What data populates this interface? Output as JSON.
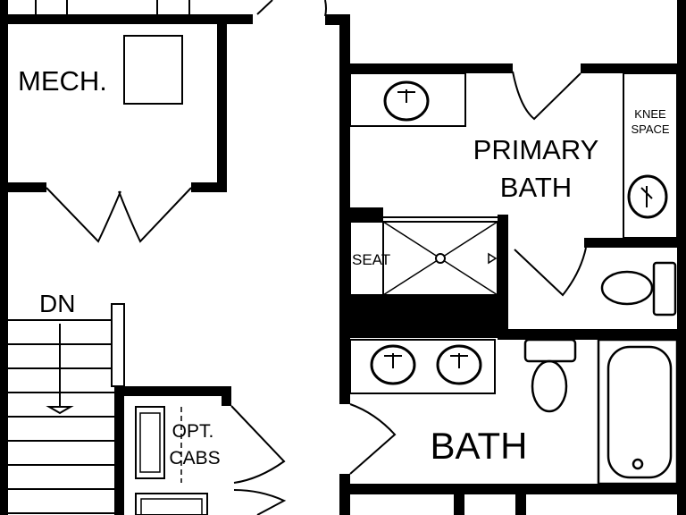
{
  "rooms": {
    "mech": "MECH.",
    "primary_bath_line1": "PRIMARY",
    "primary_bath_line2": "BATH",
    "knee_line1": "KNEE",
    "knee_line2": "SPACE",
    "seat": "SEAT",
    "bath": "BATH",
    "stairs_dn": "DN",
    "opt_line1": "OPT.",
    "opt_line2": "CABS"
  },
  "colors": {
    "wall": "#000000",
    "background": "#ffffff",
    "fixture": "#000000"
  }
}
